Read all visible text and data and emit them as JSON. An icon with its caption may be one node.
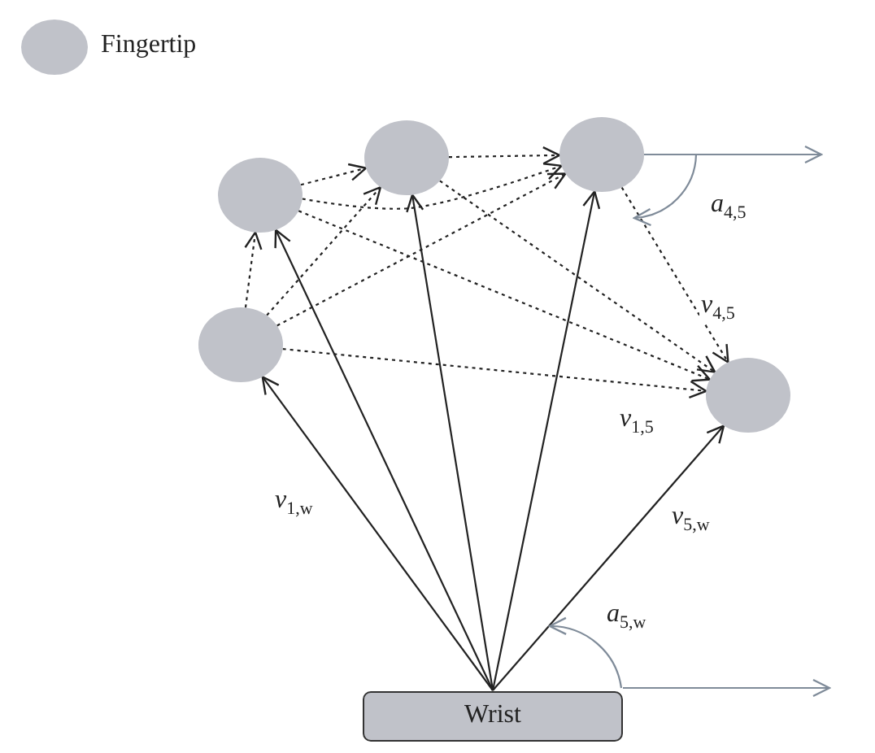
{
  "diagram": {
    "nodes": [
      {
        "text": [],
        "shape": "circle"
      },
      {
        "text": [],
        "shape": "circle"
      },
      {
        "text": [],
        "shape": "circle"
      },
      {
        "text": [],
        "shape": "circle"
      },
      {
        "text": [],
        "shape": "circle"
      },
      {
        "text": [
          "Wrist"
        ]
      }
    ],
    "edges": [
      {
        "from": 5,
        "to": 0,
        "arrow": "to",
        "label": "v$_{1,w}$"
      },
      {
        "from": 5,
        "to": 1,
        "arrow": "to"
      },
      {
        "from": 5,
        "to": 2,
        "arrow": "to"
      },
      {
        "from": 5,
        "to": 3,
        "arrow": "to"
      },
      {
        "from": 5,
        "to": 4,
        "arrow": "to",
        "label": "v$_{5,w}$"
      },
      {
        "from": 0,
        "to": 1,
        "arrow": "to",
        "style": "dashed"
      },
      {
        "from": 0,
        "to": 2,
        "arrow": "to",
        "style": "dashed"
      },
      {
        "from": 0,
        "to": 3,
        "arrow": "to",
        "style": "dashed"
      },
      {
        "from": 0,
        "to": 4,
        "arrow": "to",
        "style": "dashed",
        "label": "v$_{1,5}$"
      },
      {
        "from": 1,
        "to": 2,
        "arrow": "to",
        "style": "dashed"
      },
      {
        "from": 1,
        "to": 3,
        "arrow": "to",
        "style": "dashed"
      },
      {
        "from": 1,
        "to": 4,
        "arrow": "to",
        "style": "dashed"
      },
      {
        "from": 2,
        "to": 3,
        "arrow": "to",
        "style": "dashed"
      },
      {
        "from": 2,
        "to": 4,
        "arrow": "to",
        "style": "dashed"
      },
      {
        "from": 3,
        "to": 4,
        "arrow": "to",
        "style": "dashed",
        "label": "v$_{4,5}$"
      },
      {
        "from": 3,
        "to": null,
        "arrow": "to",
        "color": "#7f8b99"
      },
      {
        "from": 5,
        "to": null,
        "arrow": "to",
        "color": "#7f8b99"
      }
    ],
    "labels": [
      "a$_{4,5}$",
      "a$_{5,w}$"
    ],
    "legend": [
      {
        "text": "Fingertip",
        "color": "#c0c2c9"
      }
    ]
  }
}
